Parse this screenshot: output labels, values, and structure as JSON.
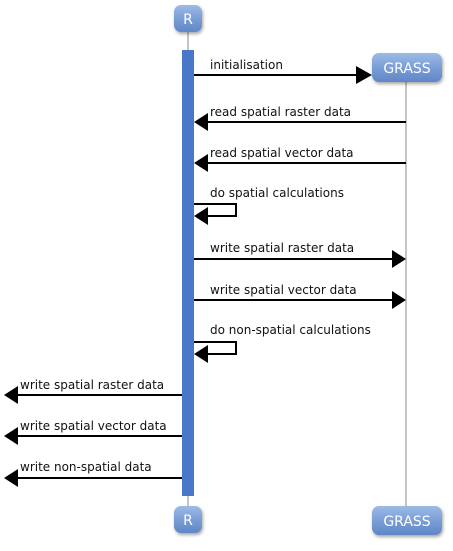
{
  "participants": {
    "r": {
      "name": "R"
    },
    "grass": {
      "name": "GRASS"
    }
  },
  "messages": [
    {
      "label": "initialisation",
      "from": "R",
      "to": "GRASS"
    },
    {
      "label": "read spatial raster data",
      "from": "GRASS",
      "to": "R"
    },
    {
      "label": "read spatial vector data",
      "from": "GRASS",
      "to": "R"
    },
    {
      "label": "do spatial calculations",
      "from": "R",
      "to": "R"
    },
    {
      "label": "write spatial raster data",
      "from": "R",
      "to": "GRASS"
    },
    {
      "label": "write spatial vector data",
      "from": "R",
      "to": "GRASS"
    },
    {
      "label": "do non-spatial calculations",
      "from": "R",
      "to": "R"
    },
    {
      "label": "write spatial raster data",
      "from": "R",
      "to": "outside"
    },
    {
      "label": "write spatial vector data",
      "from": "R",
      "to": "outside"
    },
    {
      "label": "write non-spatial data",
      "from": "R",
      "to": "outside"
    }
  ],
  "colors": {
    "participant_box": "#7a9ed6",
    "activation_bar": "#4a78c8",
    "lifeline": "#c4c4c4",
    "arrow": "#000000"
  }
}
